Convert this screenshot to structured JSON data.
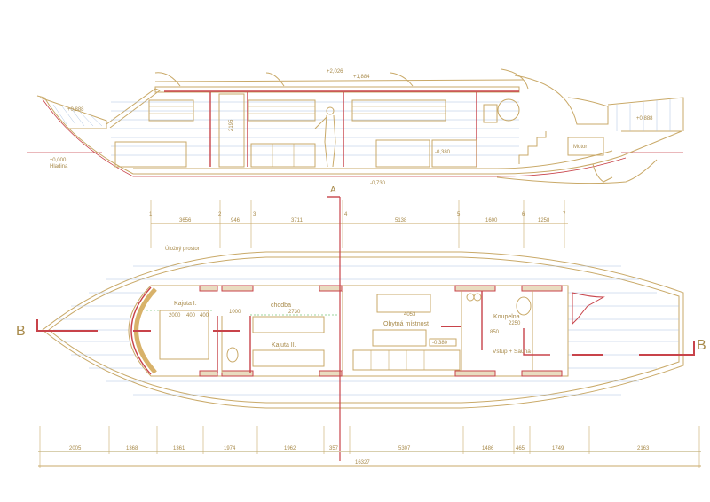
{
  "drawing": {
    "side_view": {
      "levels": [
        "+2,026",
        "+1,884",
        "+0,888",
        "+0,888",
        "-0,380",
        "-0,730"
      ],
      "waterline_value": "±0,000",
      "waterline_label": "Hladina",
      "height_dim": "2195",
      "engine_label": "Motor"
    },
    "plan_view": {
      "rooms": {
        "storage": "Úložný prostor",
        "cabin1": "Kajuta I.",
        "corridor": "chodba",
        "cabin2": "Kajuta II.",
        "living": "Obytná místnost",
        "bathroom": "Koupelna",
        "entrance": "Vstup + Sauna"
      },
      "level": "-0,380",
      "inner_dims": [
        "2000",
        "400",
        "400",
        "1000",
        "2730",
        "4053",
        "2250",
        "850"
      ]
    },
    "section_markers": {
      "a": "A",
      "b": "B"
    },
    "grid_axes": [
      "1",
      "2",
      "3",
      "4",
      "5",
      "6",
      "7"
    ],
    "top_dimensions": [
      "3656",
      "946",
      "3711",
      "5138",
      "1600",
      "1258"
    ],
    "bottom_dimensions": [
      "2005",
      "1368",
      "1361",
      "1974",
      "1962",
      "357",
      "5307",
      "1486",
      "465",
      "1749",
      "2163"
    ],
    "total_length": "16327"
  }
}
